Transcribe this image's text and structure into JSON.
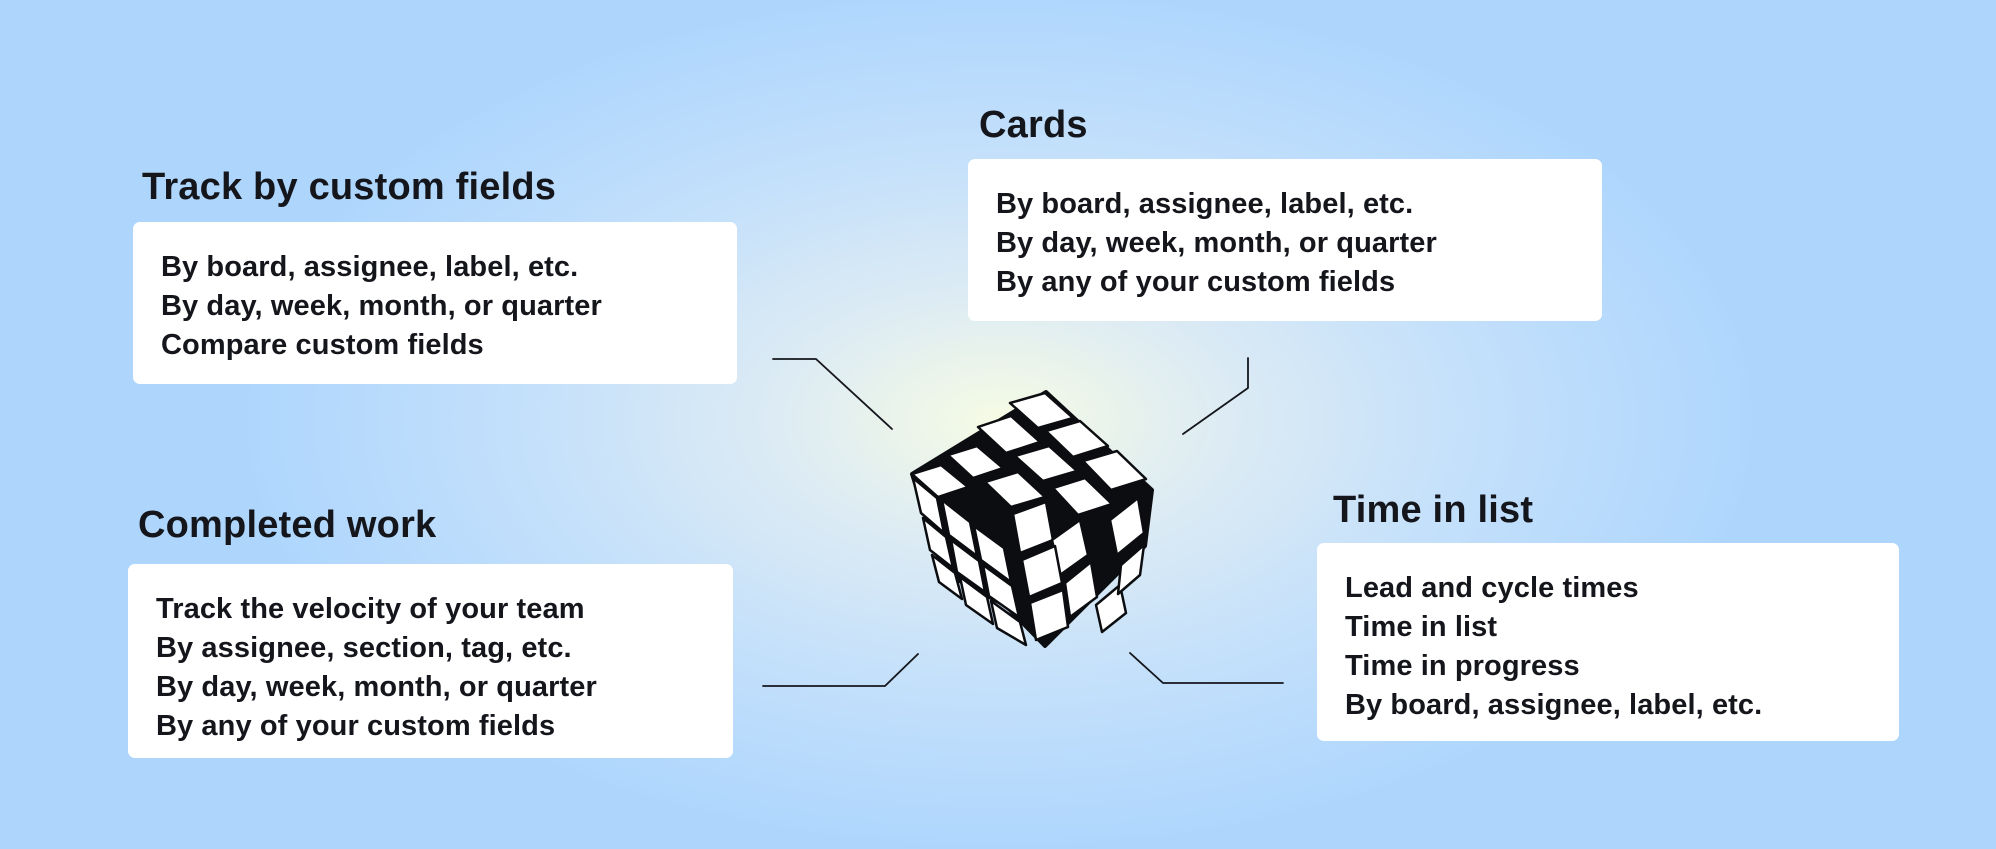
{
  "sections": {
    "custom_fields": {
      "title": "Track by custom fields",
      "items": [
        "By board, assignee, label, etc.",
        "By day, week, month, or quarter",
        "Compare custom fields"
      ]
    },
    "cards": {
      "title": "Cards",
      "items": [
        "By board, assignee, label, etc.",
        "By day, week, month, or quarter",
        "By any of your custom fields"
      ]
    },
    "completed_work": {
      "title": "Completed work",
      "items": [
        "Track the velocity of your team",
        "By assignee, section, tag, etc.",
        "By day, week, month, or quarter",
        "By any of your custom fields"
      ]
    },
    "time_in_list": {
      "title": "Time in list",
      "items": [
        "Lead and cycle times",
        "Time in list",
        "Time in progress",
        "By board, assignee, label, etc."
      ]
    }
  },
  "colors": {
    "text": "#14161c",
    "card": "#ffffff",
    "line": "#14161c"
  },
  "icons": {
    "center": "rubiks-cube-icon"
  }
}
